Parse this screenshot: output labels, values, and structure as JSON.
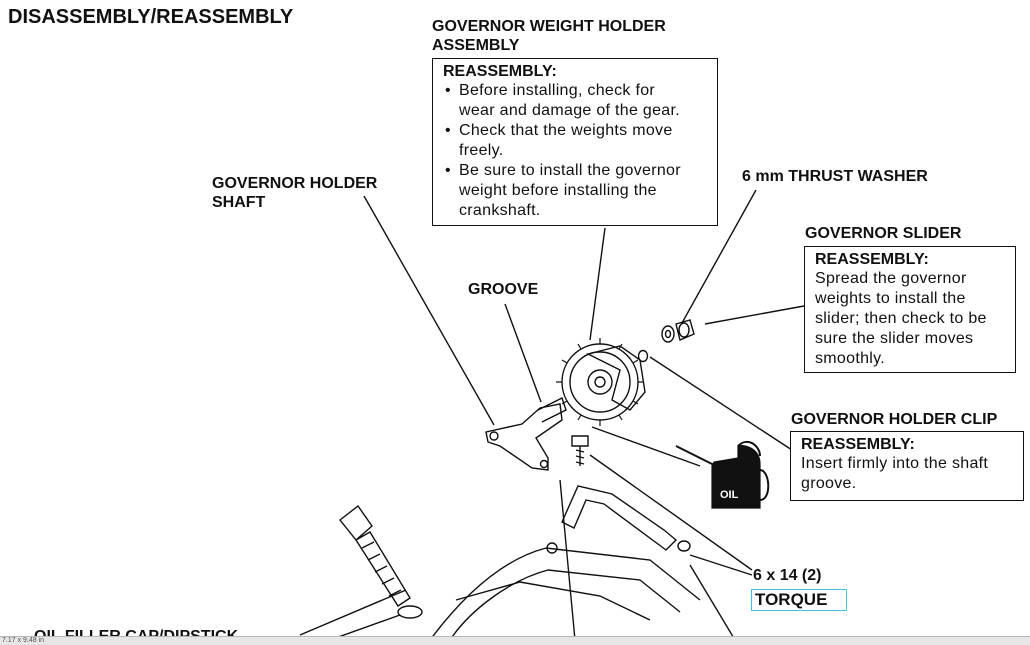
{
  "page_title": "DISASSEMBLY/REASSEMBLY",
  "labels": {
    "governor_weight_holder": "GOVERNOR WEIGHT HOLDER\nASSEMBLY",
    "thrust_washer": "6 mm THRUST WASHER",
    "governor_slider": "GOVERNOR SLIDER",
    "governor_holder_shaft": "GOVERNOR HOLDER\nSHAFT",
    "groove": "GROOVE",
    "governor_holder_clip": "GOVERNOR HOLDER CLIP",
    "bolt": "6 x 14 (2)",
    "torque": "TORQUE",
    "oil": "OIL",
    "oil_filler_cap": "OIL FILLER CAP/DIPSTICK"
  },
  "notes": {
    "weight_holder": {
      "heading": "REASSEMBLY:",
      "bullets": [
        "Before installing, check for\nwear and damage of the gear.",
        "Check that the weights move\nfreely.",
        "Be sure to install the governor\nweight before installing the\ncrankshaft."
      ]
    },
    "slider": {
      "heading": "REASSEMBLY:",
      "text": "Spread the governor\nweights to install the\nslider; then check to be\nsure the slider moves\nsmoothly."
    },
    "clip": {
      "heading": "REASSEMBLY:",
      "text": "Insert firmly into the shaft\ngroove."
    }
  },
  "status_bar": {
    "text": "7.17 x 9.48 in"
  }
}
